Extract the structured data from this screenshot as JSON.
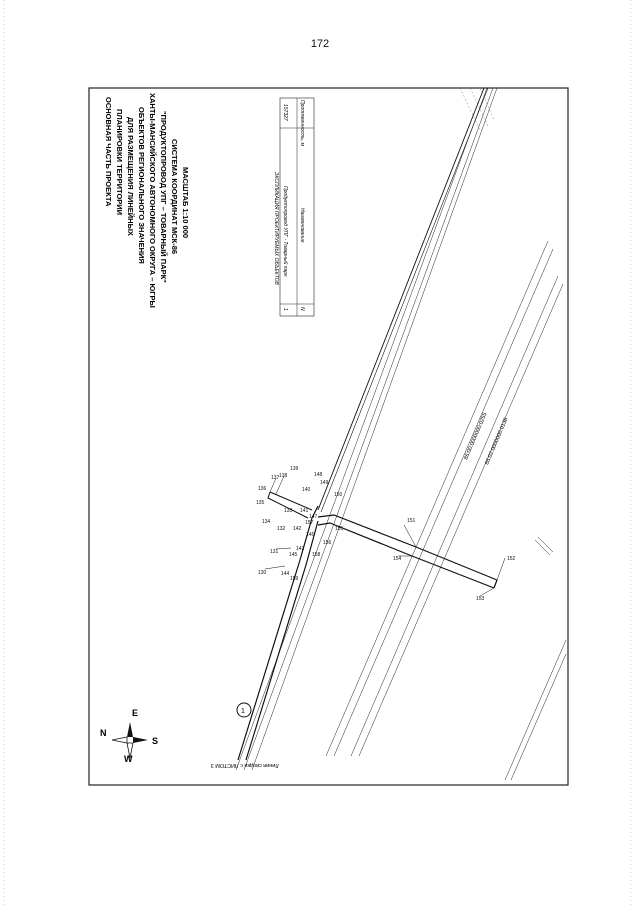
{
  "page": {
    "number": "172"
  },
  "title_block": {
    "lines": [
      "ОСНОВНАЯ ЧАСТЬ ПРОЕКТА",
      "ПЛАНИРОВКИ ТЕРРИТОРИИ",
      "ДЛЯ РАЗМЕЩЕНИЯ ЛИНЕЙНЫХ",
      "ОБЪЕКТОВ РЕГИОНАЛЬНОГО ЗНАЧЕНИЯ",
      "ХАНТЫ-МАНСИЙСКОГО АВТОНОМНОГО ОКРУГА – ЮГРЫ",
      "\"ПРОДУКТОПРОВОД УПГ – ТОВАРНЫЙ ПАРК\"",
      "СИСТЕМА КООРДИНАТ МСК-86",
      "МАСШТАБ 1:10 000"
    ]
  },
  "legend": {
    "title": "ЭКСПЛИКАЦИЯ ПРОЕКТИРУЕМЫХ ОБЪЕКТОВ",
    "col_num": "N",
    "col_name": "Наименование",
    "col_length": "Протяженность, м",
    "rows": [
      {
        "num": "1",
        "name": "Продуктопровод УПГ - Товарный парк",
        "length": "157327"
      }
    ]
  },
  "compass": {
    "n": "N",
    "s": "S",
    "e": "E",
    "w": "W"
  },
  "match_line": "Линия сводки с ЛИСТОМ 3",
  "parcels": {
    "p1": "86:00:0000000:0255",
    "p2": "86:02:0000000:0138"
  },
  "object_marker": "1",
  "points": {
    "p130": "130",
    "p131": "131",
    "p132": "132",
    "p133": "133",
    "p134": "134",
    "p135": "135",
    "p136": "136",
    "p137": "137",
    "p138": "138",
    "p139": "139",
    "p140": "140",
    "p141": "141",
    "p142": "142",
    "p143": "143",
    "p144": "144",
    "p145": "145",
    "p146": "146",
    "p147": "147",
    "p148": "148",
    "p149": "149",
    "p150": "150",
    "p151": "151",
    "p152": "152",
    "p153": "153",
    "p154": "154",
    "p155": "155",
    "p156": "156",
    "p157": "157",
    "p158": "158",
    "p159": "159"
  }
}
